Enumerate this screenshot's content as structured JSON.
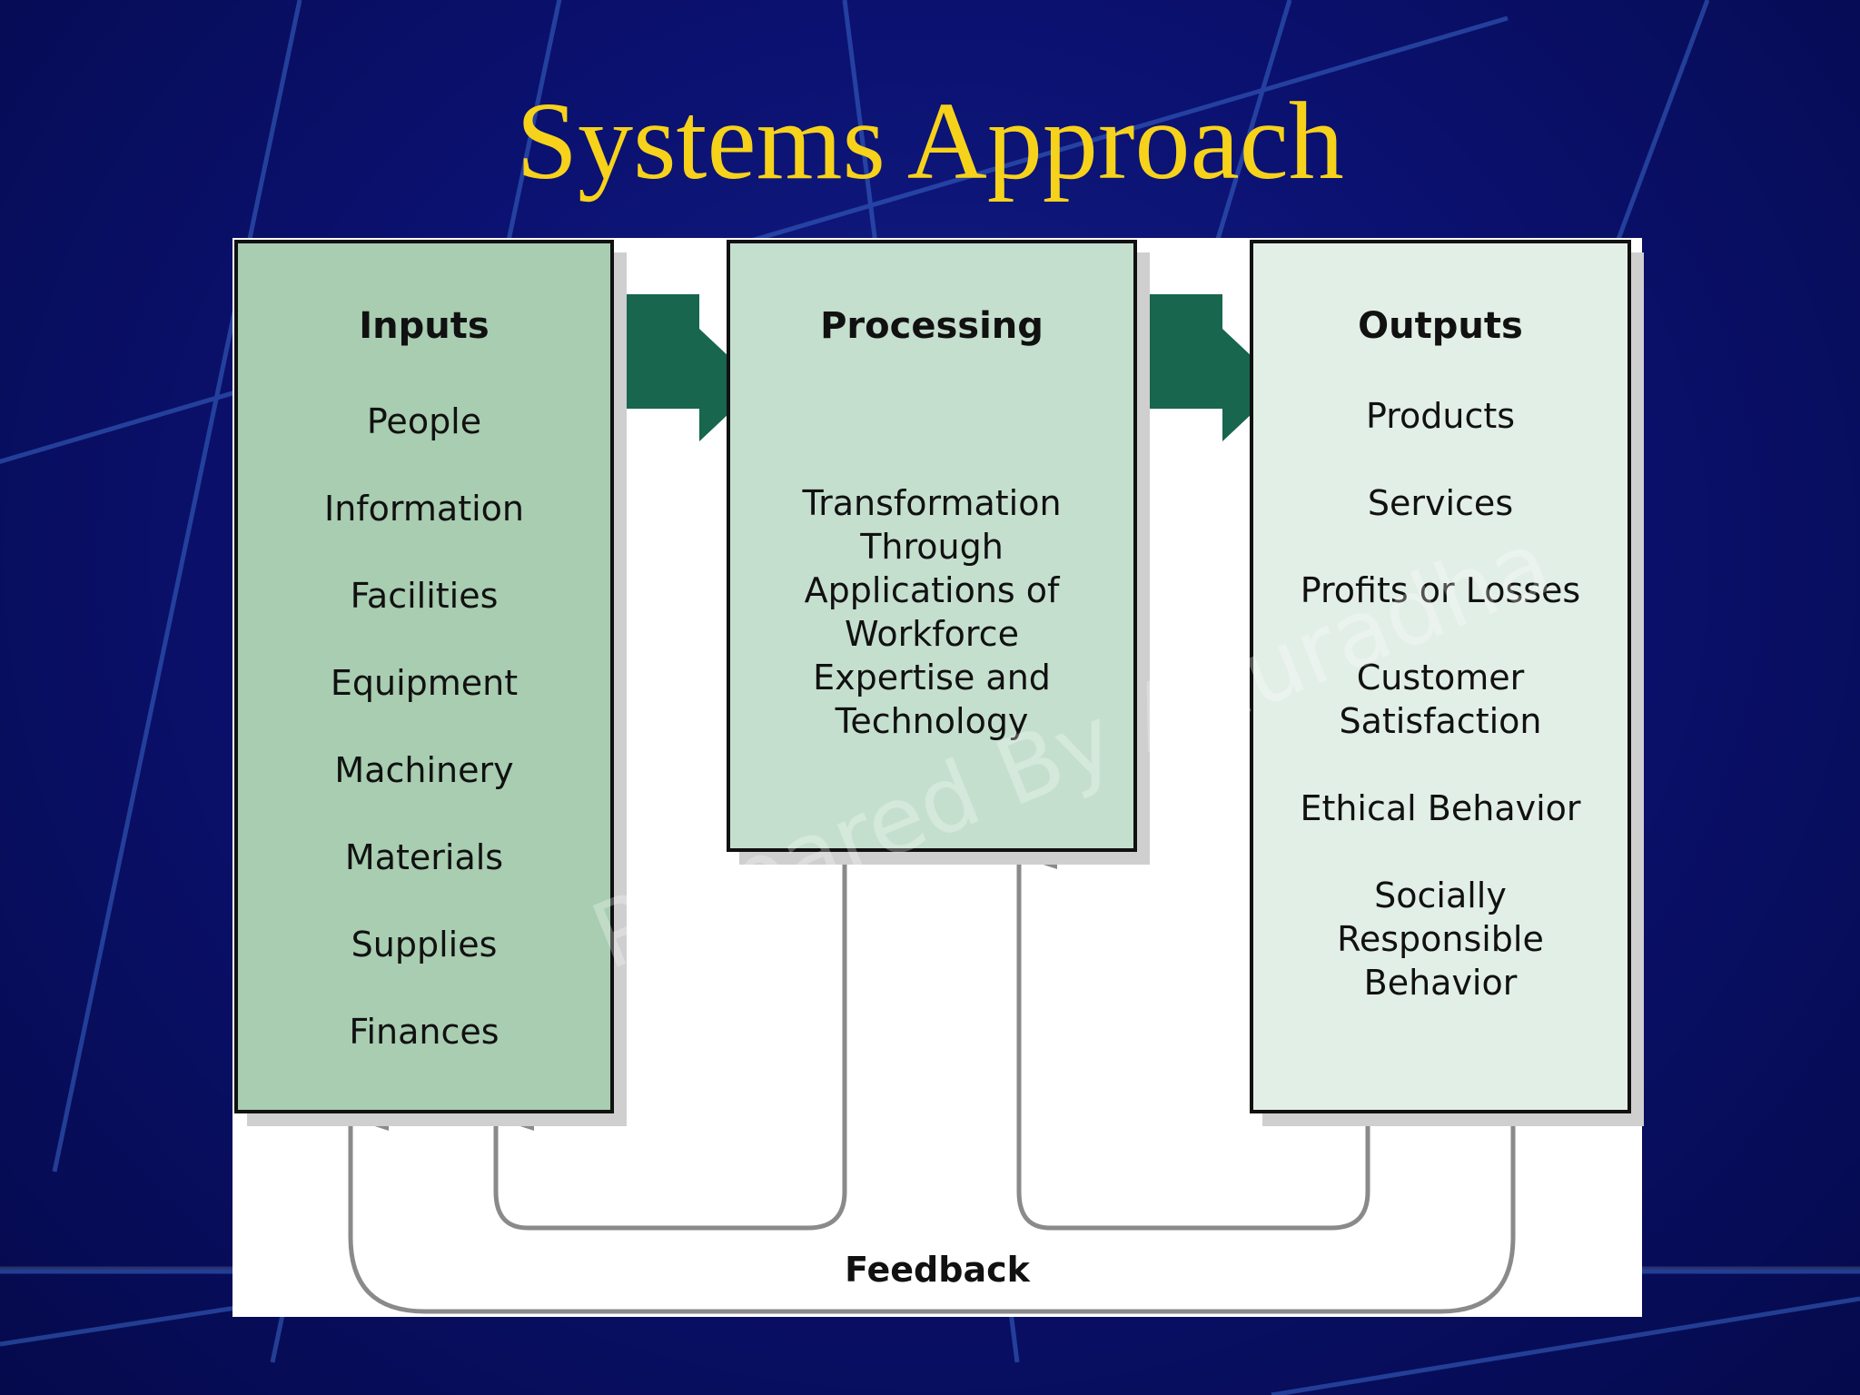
{
  "slide": {
    "title": "Systems Approach",
    "watermark": "Prepared By Anuradha"
  },
  "diagram": {
    "inputs": {
      "heading": "Inputs",
      "items": [
        "People",
        "Information",
        "Facilities",
        "Equipment",
        "Machinery",
        "Materials",
        "Supplies",
        "Finances"
      ]
    },
    "processing": {
      "heading": "Processing",
      "text": "Transformation\nThrough\nApplications of\nWorkforce\nExpertise and\nTechnology"
    },
    "outputs": {
      "heading": "Outputs",
      "items": [
        "Products",
        "Services",
        "Profits or Losses",
        "Customer\nSatisfaction",
        "Ethical Behavior",
        "Socially\nResponsible\nBehavior"
      ]
    },
    "feedback_label": "Feedback"
  },
  "colors": {
    "background": "#0b1170",
    "title": "#f7d21b",
    "inputs_fill": "#a8cdb1",
    "processing_fill": "#c5dfcf",
    "outputs_fill": "#e2efe6",
    "flow_arrow": "#17664d",
    "feedback_line": "#8a8a8a"
  }
}
